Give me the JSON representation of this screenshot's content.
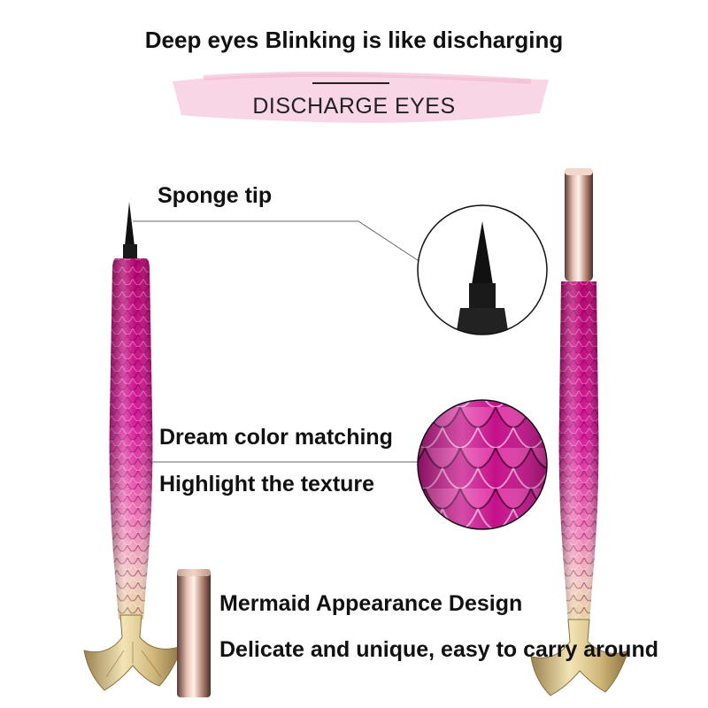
{
  "header": {
    "headline": "Deep eyes Blinking is like discharging",
    "subtitle": "DISCHARGE EYES"
  },
  "callouts": {
    "sponge_tip": "Sponge tip",
    "dream_color": "Dream color matching",
    "highlight": "Highlight the texture",
    "mermaid": "Mermaid Appearance Design",
    "delicate": "Delicate and unique, easy to carry around"
  },
  "colors": {
    "pen_magenta": "#d0108c",
    "pen_gold": "#e9d6a2",
    "cap_rose_gold": "#c9958a",
    "brush_pink": "#f7cfe0"
  }
}
